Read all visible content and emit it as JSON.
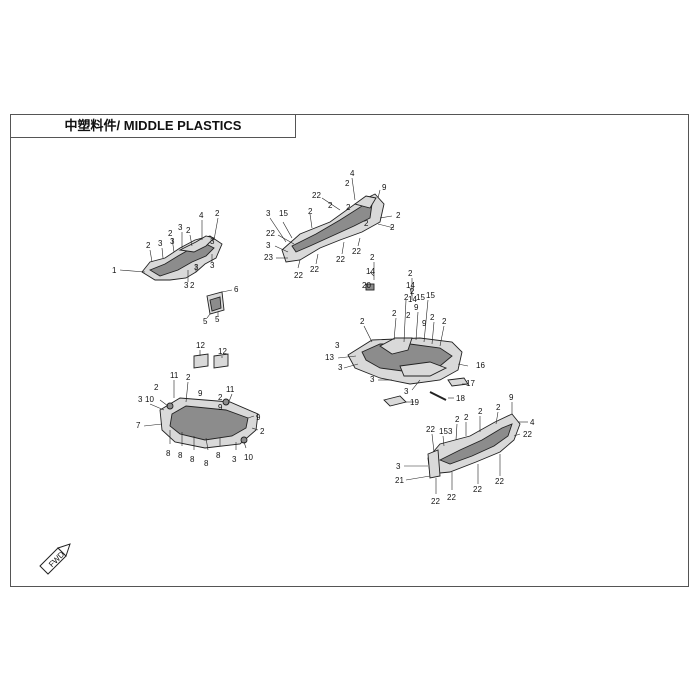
{
  "title": "中塑料件/ MIDDLE PLASTICS",
  "fwd_label": "FWD",
  "groups": [
    {
      "id": "left-rear-fender",
      "callouts": [
        "1",
        "2",
        "3",
        "2",
        "3",
        "2",
        "3",
        "4",
        "2",
        "3",
        "3",
        "3",
        "3",
        "2"
      ]
    },
    {
      "id": "bracket",
      "callouts": [
        "6",
        "5",
        "5"
      ]
    },
    {
      "id": "center-top-frame",
      "callouts": [
        "4",
        "2",
        "9",
        "22",
        "2",
        "3",
        "15",
        "2",
        "2",
        "2",
        "22",
        "2",
        "3",
        "2",
        "23",
        "22",
        "22",
        "22",
        "22"
      ]
    },
    {
      "id": "center-console",
      "callouts": [
        "2",
        "14",
        "20",
        "2",
        "14",
        "2",
        "14",
        "15",
        "15",
        "2",
        "2",
        "9",
        "2",
        "2",
        "9",
        "2",
        "2",
        "13",
        "3",
        "3",
        "16",
        "3",
        "3",
        "17",
        "18",
        "19"
      ]
    },
    {
      "id": "left-floor",
      "callouts": [
        "12",
        "12",
        "11",
        "2",
        "9",
        "2",
        "11",
        "9",
        "3",
        "10",
        "2",
        "7",
        "8",
        "8",
        "8",
        "8",
        "8",
        "3",
        "10",
        "2",
        "9"
      ]
    },
    {
      "id": "right-floor",
      "callouts": [
        "9",
        "4",
        "2",
        "2",
        "2",
        "22",
        "15",
        "3",
        "2",
        "22",
        "3",
        "21",
        "22",
        "22",
        "22",
        "22"
      ]
    }
  ]
}
